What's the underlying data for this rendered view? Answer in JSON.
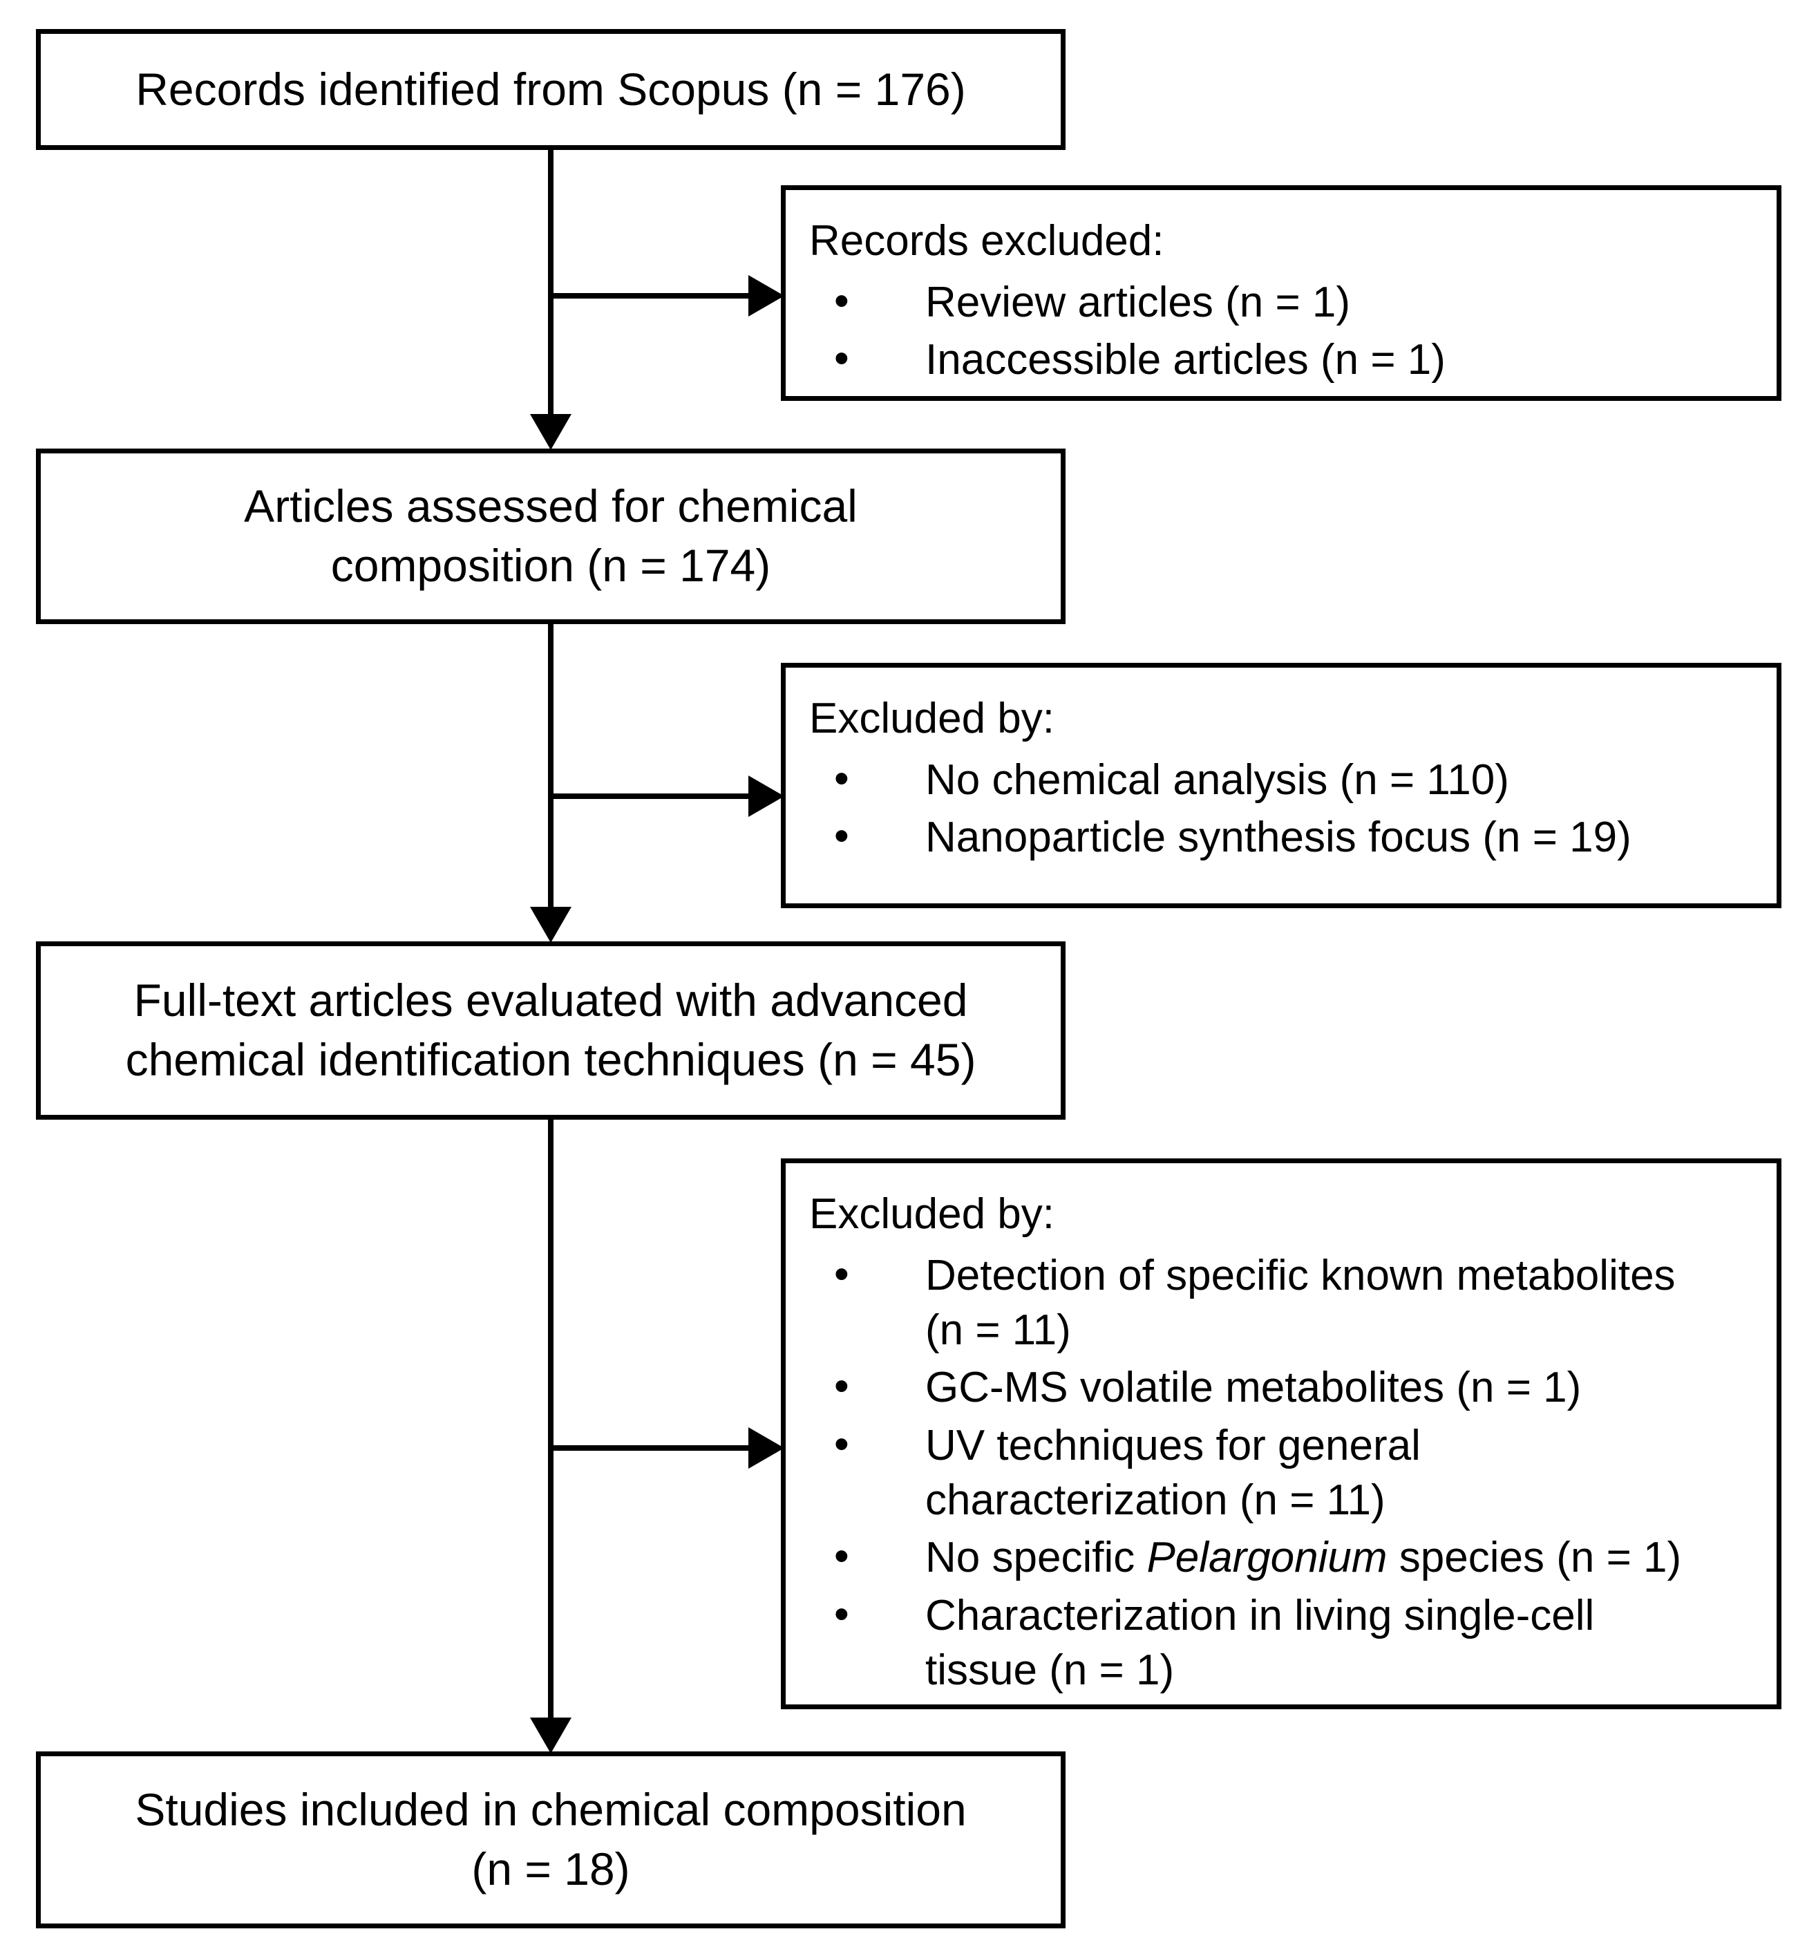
{
  "diagram": {
    "type": "prisma-flow-diagram",
    "orientation": "vertical",
    "stages": [
      {
        "id": "identification",
        "label": "Records identified from Scopus (n = 176)",
        "count": 176
      },
      {
        "id": "assessed",
        "label": "Articles assessed for chemical composition (n = 174)",
        "count": 174
      },
      {
        "id": "fulltext",
        "label": "Full-text articles evaluated with advanced chemical identification techniques (n = 45)",
        "count": 45
      },
      {
        "id": "included",
        "label": "Studies included in chemical composition (n = 18)",
        "count": 18
      }
    ],
    "exclusions": [
      {
        "id": "excluded-1",
        "title": "Records excluded:",
        "items": [
          {
            "label": "Review articles (n = 1)",
            "count": 1
          },
          {
            "label": "Inaccessible articles (n = 1)",
            "count": 1
          }
        ]
      },
      {
        "id": "excluded-2",
        "title": "Excluded by:",
        "items": [
          {
            "label": "No chemical analysis (n = 110)",
            "count": 110
          },
          {
            "label": "Nanoparticle synthesis focus (n = 19)",
            "count": 19
          }
        ]
      },
      {
        "id": "excluded-3",
        "title": "Excluded by:",
        "items": [
          {
            "label": "Detection of specific known metabolites (n = 11)",
            "count": 11
          },
          {
            "label": "GC-MS volatile metabolites (n = 1)",
            "count": 1
          },
          {
            "label": "UV techniques for general characterization (n = 11)",
            "count": 11
          },
          {
            "label": "No specific Pelargonium species (n = 1)",
            "count": 1,
            "italic_term": "Pelargonium"
          },
          {
            "label": "Characterization in living single-cell tissue (n = 1)",
            "count": 1
          }
        ]
      }
    ]
  },
  "boxes": {
    "identification": {
      "line1": "Records identified from Scopus (n = 176)"
    },
    "assessed": {
      "line1": "Articles assessed for chemical",
      "line2": "composition (n = 174)"
    },
    "fulltext": {
      "line1": "Full-text articles evaluated with advanced",
      "line2": "chemical identification techniques (n = 45)"
    },
    "included": {
      "line1": "Studies included in chemical composition",
      "line2": "(n = 18)"
    }
  },
  "excluded1": {
    "title": "Records excluded:",
    "item1": "Review articles (n = 1)",
    "item2": "Inaccessible articles (n = 1)"
  },
  "excluded2": {
    "title": "Excluded by:",
    "item1": "No chemical analysis (n = 110)",
    "item2": "Nanoparticle synthesis focus (n = 19)"
  },
  "excluded3": {
    "title": "Excluded by:",
    "item1_a": "Detection of specific known metabolites",
    "item1_b": "(n = 11)",
    "item2": "GC-MS volatile metabolites (n = 1)",
    "item3_a": "UV techniques for general",
    "item3_b": "characterization (n = 11)",
    "item4_pre": "No specific ",
    "item4_it": "Pelargonium",
    "item4_post": " species (n = 1)",
    "item5_a": "Characterization in living single-cell",
    "item5_b": "tissue (n = 1)"
  },
  "colors": {
    "stroke": "#000000",
    "fill": "#ffffff",
    "text": "#000000"
  }
}
